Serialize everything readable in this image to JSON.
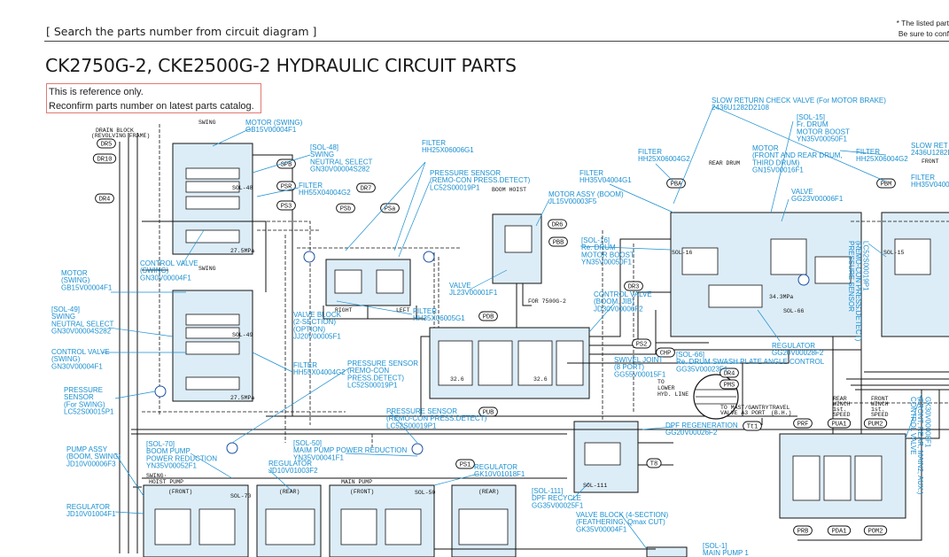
{
  "header": {
    "search_text": "[ Search the parts number from circuit diagram ]",
    "note_line1": "* The listed part",
    "note_line2": "Be sure to conf"
  },
  "title": "CK2750G-2, CKE2500G-2 HYDRAULIC CIRCUIT PARTS",
  "reference": {
    "line1": "This is reference only.",
    "line2": "Reconfirm parts number on latest parts catalog."
  },
  "blue_labels": {
    "motor_swing_top": [
      "MOTOR (SWING)",
      "GB15V00004F1"
    ],
    "sol48": [
      "[SOL-48]",
      "SWING",
      "NEUTRAL SELECT",
      "GN30V00004S282"
    ],
    "filter_hh55_top": [
      "FILTER",
      "HH55X04004G2"
    ],
    "filter_hh25": [
      "FILTER",
      "HH25X06006G1"
    ],
    "pressure_sensor_top": [
      "PRESSURE SENSOR",
      "(REMO-CON PRESS.DETECT)",
      "LC52S00019P1"
    ],
    "motor_assy_boom": [
      "MOTOR ASSY (BOOM)",
      "JL15V00003F5"
    ],
    "filter_hh35_center": [
      "FILTER",
      "HH35V04004G1"
    ],
    "slow_return": [
      "SLOW RETURN CHECK VALVE (For MOTOR BRAKE)",
      "2436U1282D2108"
    ],
    "sol15": [
      "[SOL-15]",
      "Fr. DRUM",
      "MOTOR BOOST",
      "YN35V00050F1"
    ],
    "filter_hh25_right": [
      "FILTER",
      "HH25X06004G2"
    ],
    "motor_front_rear": [
      "MOTOR",
      "(FRONT AND REAR DRUM,",
      "THIRD DRUM)",
      "GN15V00016F1"
    ],
    "valve_gg23": [
      "VALVE",
      "GG23V00006F1"
    ],
    "filter_hh25_far": [
      "FILTER",
      "HH25X06004G2"
    ],
    "slow_ret_far": [
      "SLOW RET",
      "2436U1282D"
    ],
    "filter_hh35_far": [
      "FILTER",
      "HH35V04004"
    ],
    "sol16": [
      "[SOL-16]",
      "Re. DRUM",
      "MOTOR BOOST",
      "YN35V00050F1"
    ],
    "control_valve_swing": [
      "CONTROL VALVE",
      "(SWING)",
      "GN30V00004F1"
    ],
    "motor_swing_left": [
      "MOTOR",
      "(SWING)",
      "GB15V00004F1"
    ],
    "sol49": [
      "[SOL-49]",
      "SWING",
      "NEUTRAL SELECT",
      "GN30V00004S282"
    ],
    "control_valve_swing2": [
      "CONTROL VALVE",
      "(SWING)",
      "GN30V00004F1"
    ],
    "pressure_sensor_swing": [
      "PRESSURE",
      "SENSOR",
      "(For SWING)",
      "LC52S00015P1"
    ],
    "valve_block_2sec": [
      "VALVE BLOCK",
      "(2-SECTION)",
      "(OPTION)",
      "JJ20V00005F1"
    ],
    "filter_hh35x": [
      "FILTER",
      "HH35X06005G1"
    ],
    "filter_hh55_bottom": [
      "FILTER",
      "HH55X04004G2"
    ],
    "valve_jl23": [
      "VALVE",
      "JL23V00001F1"
    ],
    "control_valve_boom": [
      "CONTROL VALVE",
      "(BOOM, JIB)",
      "JD30V00006F2"
    ],
    "pressure_sensor_mid": [
      "PRESSURE SENSOR",
      "(REMO-CON",
      "PRESS.DETECT)",
      "LC52S00019P1"
    ],
    "swivel_joint": [
      "SWIVEL JOINT",
      "(8 PORT)",
      "GG55V00015F1"
    ],
    "sol66": [
      "[SOL-66]",
      "Re. DRUM SWASH PLATE ANGLE CONTROL",
      "GG35V00023F1"
    ],
    "regulator_gg20": [
      "REGULATOR",
      "GG20V00028F2"
    ],
    "pressure_sensor_low": [
      "PRESSURE SENSOR",
      "(REMO-CON PRESS.DETECT)",
      "LC52S00019P1"
    ],
    "dpf_regen": [
      "DPF REGENERATION",
      "GG20V00026F2"
    ],
    "pump_assy": [
      "PUMP ASSY",
      "(BOOM, SWING)",
      "JD10V00006F3"
    ],
    "sol70": [
      "[SOL-70]",
      "BOOM PUMP",
      "POWER REDUCTION",
      "YN35V00052F1"
    ],
    "sol50": [
      "[SOL-50]",
      "MAIM PUMP POWER REDUCTION",
      "YN35V00041F1"
    ],
    "regulator_jd10_f2": [
      "REGULATOR",
      "JD10V01003F2"
    ],
    "regulator_gk10": [
      "REGULATOR",
      "GK10V01018F1"
    ],
    "regulator_jd10_f1": [
      "REGULATOR",
      "JD10V01004F1"
    ],
    "sol111": [
      "[SOL-111]",
      "DPF RECYCLE",
      "GG35V00025F1"
    ],
    "valve_block_4sec": [
      "VALVE BLOCK (4-SECTION)",
      "(FEATHERING, Qmax CUT)",
      "GK35V00004F1"
    ],
    "sol1": [
      "[SOL-1]",
      "MAIN PUMP 1"
    ],
    "pressure_sensor_vert": [
      "PRESSURE SENSOR",
      "(REMO-CON PRESS.DETECT)",
      "LC52S00019P1"
    ],
    "control_valve_vert": [
      "CONTROL VALVE",
      "(FRONT, REAR, MAIN2, AUX.)",
      "GK30V00008F1"
    ]
  },
  "port_tags": [
    "DR5",
    "DR10",
    "DR4",
    "SPB",
    "PSR",
    "PS3",
    "DR7",
    "PSb",
    "PSa",
    "DR6",
    "PBB",
    "PBA",
    "PBM",
    "DR3",
    "PDB",
    "PS2",
    "CHP",
    "DR4",
    "PMS",
    "PUB",
    "Tt1",
    "T8",
    "PS1",
    "PRF",
    "PUA1",
    "PUM2",
    "PRB",
    "PDA1",
    "POM2"
  ],
  "black_text": {
    "drain_block": [
      "DRAIN BLOCK",
      "(REVOLVING FRAME)"
    ],
    "swing_top": "SWING",
    "swing_mid": "SWING",
    "boom_hoist": "BOOM HOIST",
    "rear_drum": "REAR DRUM",
    "front": "FRONT",
    "swing_hoist_pump": [
      "SWING·",
      "HOIST PUMP"
    ],
    "main_pump": "MAIN PUMP",
    "front_label": "(FRONT)",
    "rear_label": "(REAR)",
    "to_lower": [
      "TO",
      "LOWER",
      "HYD. LINE"
    ],
    "to_mast": [
      "TO MAST/GANTRY",
      "VALVE A3 PORT"
    ],
    "travel": [
      "TRAVEL",
      "(B.H.)"
    ],
    "rear_winch": [
      "REAR",
      "WINCH",
      "1st.",
      "SPEED"
    ],
    "front_winch": [
      "FRONT",
      "WINCH",
      "1st.",
      "SPEED"
    ],
    "for_7500": "FOR 7500G-2",
    "sol_111": "SOL-111",
    "sol_66": "SOL-66",
    "sol_16": "SOL-16",
    "sol_15": "SOL-15",
    "sol_48": "SOL-48",
    "sol_49": "SOL-49",
    "sol_70": "SOL-70",
    "sol_50": "SOL-50",
    "right_label": "RIGHT",
    "left_label": "LEFT",
    "pressure_a": "27.5MPa",
    "pressure_b": "27.5MPa",
    "pressure_c": "32.6",
    "pressure_d": "32.6",
    "pressure_e": "34.3MPa"
  },
  "colors": {
    "label_blue": "#1a8fd0",
    "block_fill": "#ddedf7",
    "line_black": "#111111",
    "ref_border": "#e07a73"
  }
}
